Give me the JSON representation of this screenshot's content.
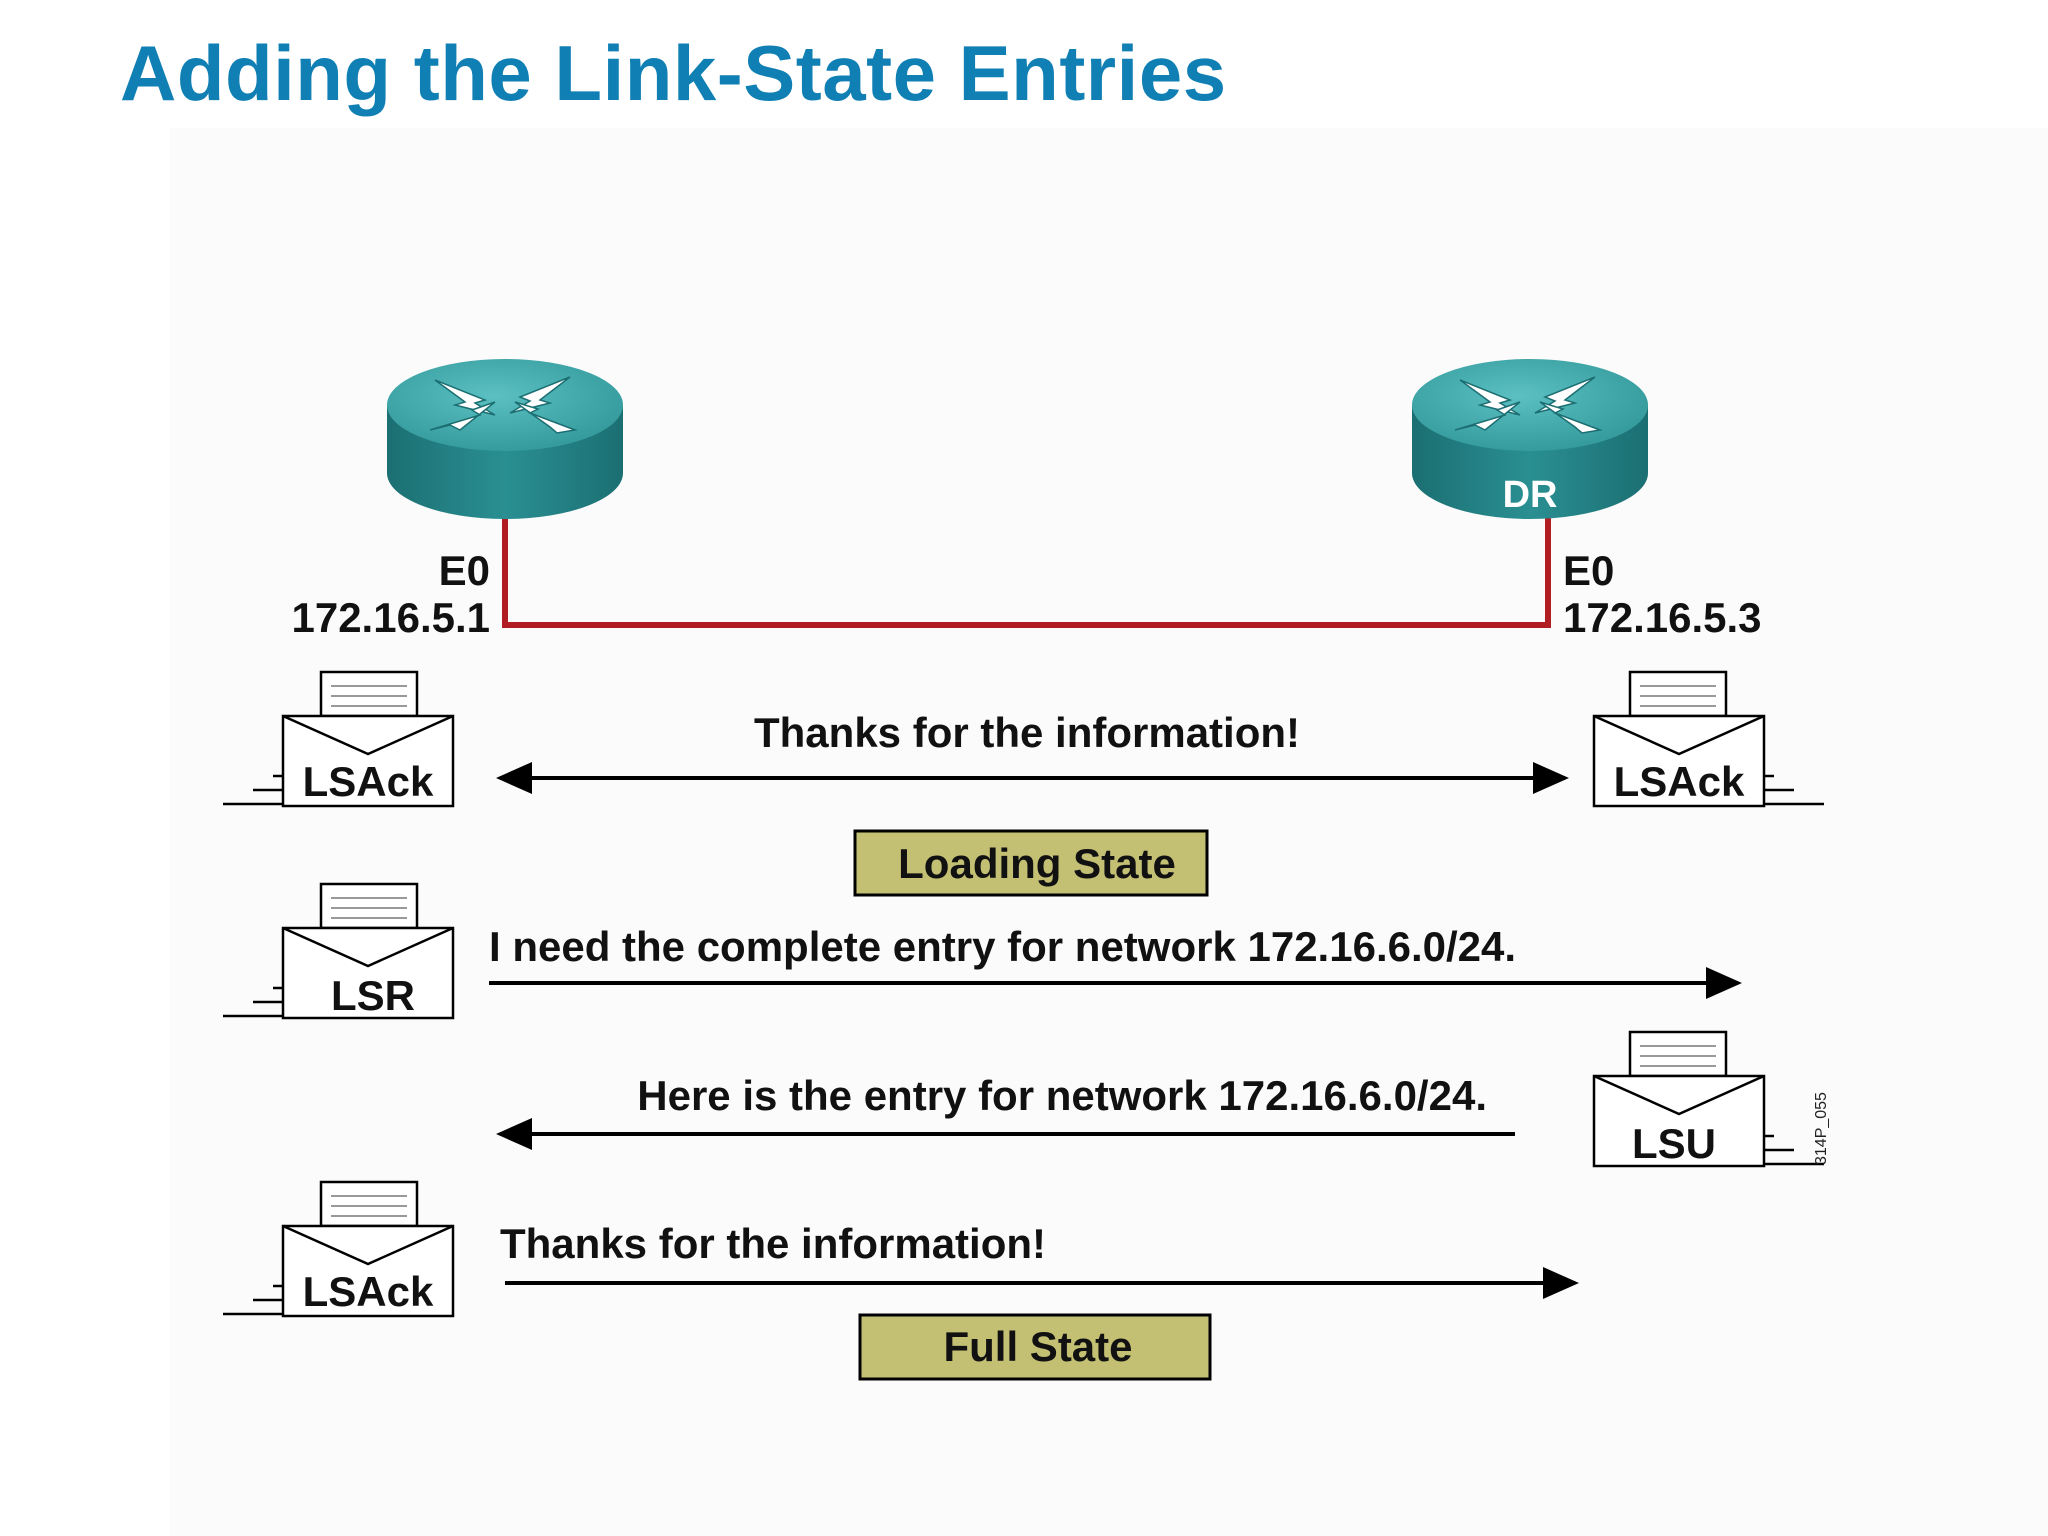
{
  "title": "Adding the Link-State Entries",
  "routers": {
    "left": {
      "interface": "E0",
      "ip": "172.16.5.1",
      "badge": ""
    },
    "right": {
      "interface": "E0",
      "ip": "172.16.5.3",
      "badge": "DR"
    }
  },
  "exchanges": [
    {
      "packet_left": "LSAck",
      "packet_right": "LSAck",
      "message": "Thanks for the information!",
      "direction": "both"
    },
    {
      "packet_left": "LSR",
      "message": "I need the complete entry for network 172.16.6.0/24.",
      "direction": "right"
    },
    {
      "packet_right": "LSU",
      "message": "Here is the entry for network 172.16.6.0/24.",
      "direction": "left"
    },
    {
      "packet_left": "LSAck",
      "message": "Thanks for the information!",
      "direction": "right"
    }
  ],
  "states": {
    "loading": "Loading State",
    "full": "Full State"
  },
  "figure_id": "314P_055",
  "colors": {
    "title": "#0f7fb4",
    "router_top": "#3aa0a2",
    "router_side": "#1f7d80",
    "link": "#b01e23",
    "state_box": "#c3bf73"
  }
}
